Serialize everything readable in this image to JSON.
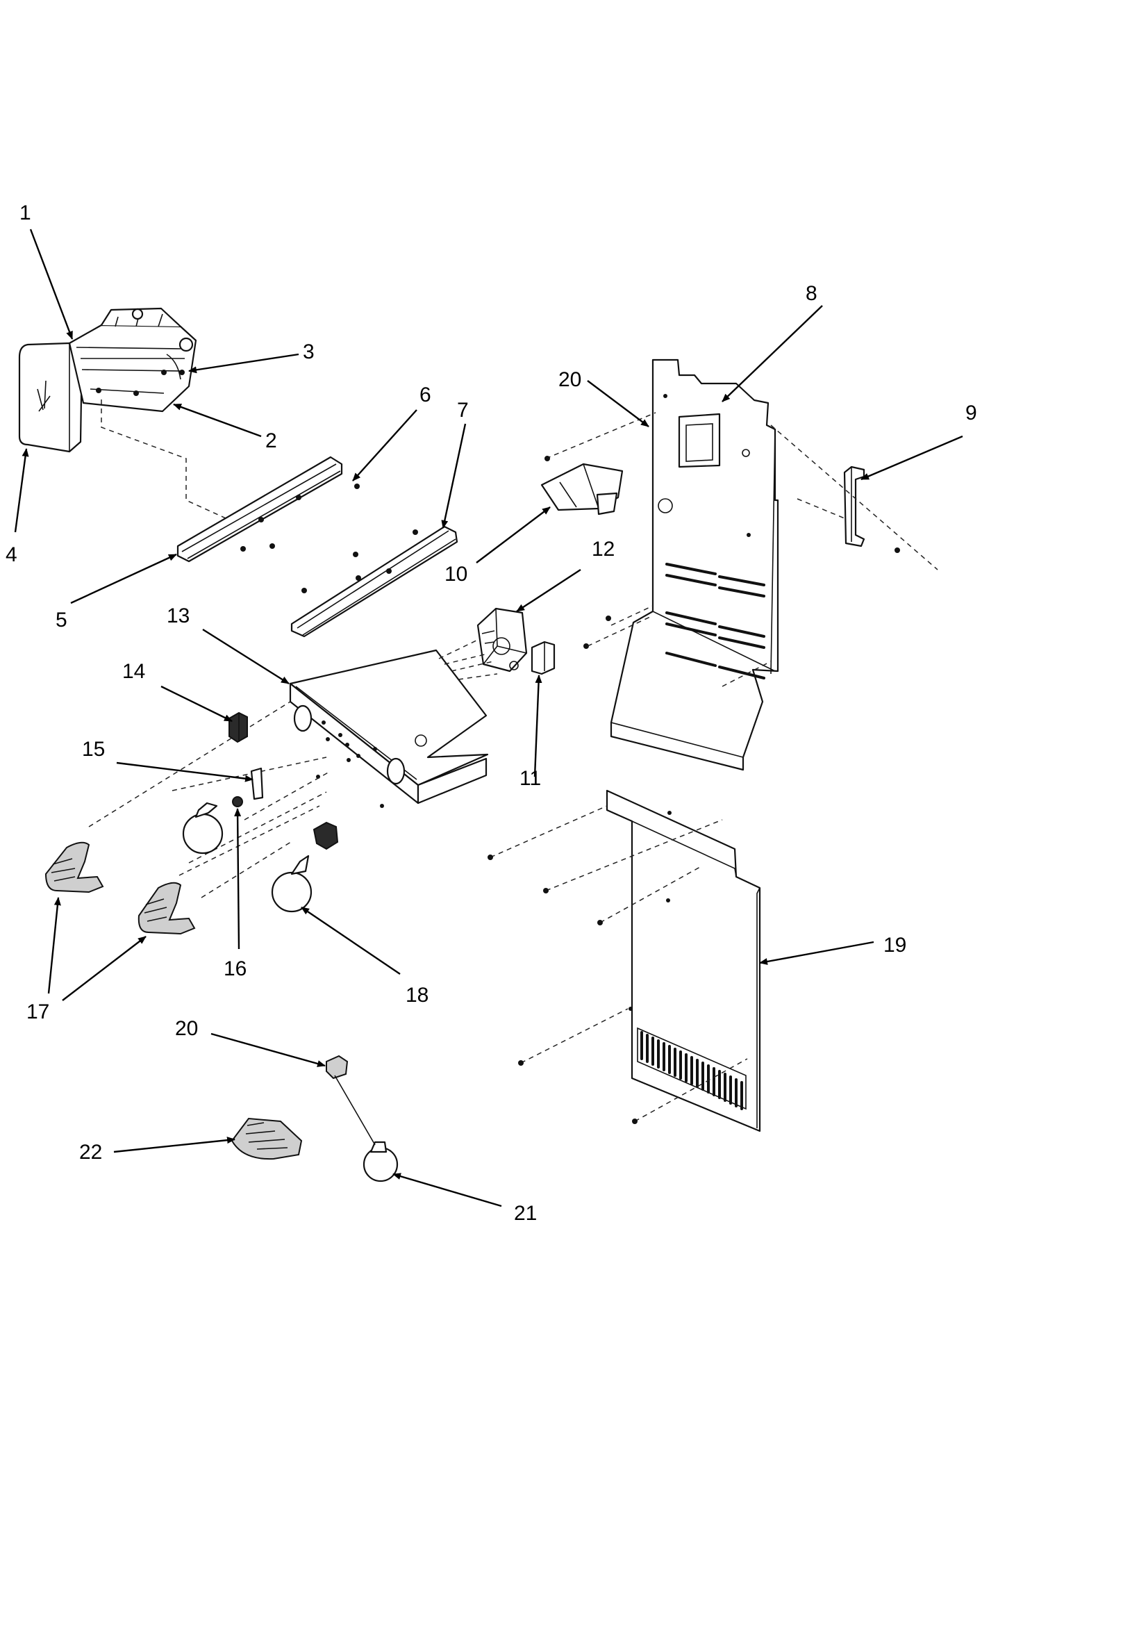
{
  "callouts": {
    "c1": "1",
    "c2": "2",
    "c3": "3",
    "c4": "4",
    "c5": "5",
    "c6": "6",
    "c7": "7",
    "c8": "8",
    "c9": "9",
    "c10": "10",
    "c11": "11",
    "c12": "12",
    "c13": "13",
    "c14": "14",
    "c15": "15",
    "c16": "16",
    "c17": "17",
    "c18": "18",
    "c19": "19",
    "c20a": "20",
    "c20b": "20",
    "c21": "21",
    "c22": "22"
  }
}
